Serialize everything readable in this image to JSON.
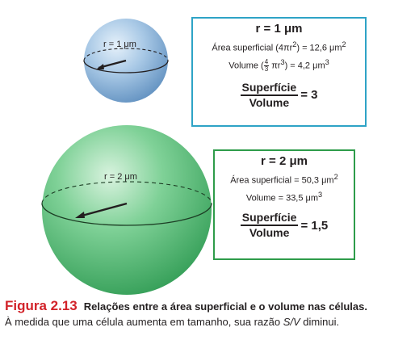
{
  "small_cell": {
    "radius_label": "r = 1 μm",
    "box": {
      "heading": "r = 1 μm",
      "area_prefix": "Área superficial (4πr",
      "area_exp": "2",
      "area_suffix": ") = 12,6 μm",
      "area_unit_exp": "2",
      "volume_prefix": "Volume (",
      "volume_frac_num": "4",
      "volume_frac_den": "3",
      "volume_mid": " πr",
      "volume_exp": "3",
      "volume_suffix": ") = 4,2 μm",
      "volume_unit_exp": "3",
      "ratio_numerator": "Superfície",
      "ratio_denominator": "Volume",
      "ratio_value": "= 3"
    }
  },
  "large_cell": {
    "radius_label": "r = 2 μm",
    "box": {
      "heading": "r = 2 μm",
      "area_prefix": "Área superficial = 50,3 μm",
      "area_unit_exp": "2",
      "volume_prefix": "Volume = 33,5 μm",
      "volume_unit_exp": "3",
      "ratio_numerator": "Superfície",
      "ratio_denominator": "Volume",
      "ratio_value": "= 1,5"
    }
  },
  "caption": {
    "label": "Figura 2.13",
    "title": "Relações entre a área superficial e o volume nas células.",
    "text_before": "À medida que uma célula aumenta em tamanho, sua razão ",
    "text_italic": "S/V",
    "text_after": " diminui."
  },
  "colors": {
    "small_cell": "#8fb8dd",
    "large_cell": "#5cc07a",
    "small_box_border": "#2ea3c6",
    "large_box_border": "#2e9c4a",
    "caption_label": "#d2232a"
  }
}
